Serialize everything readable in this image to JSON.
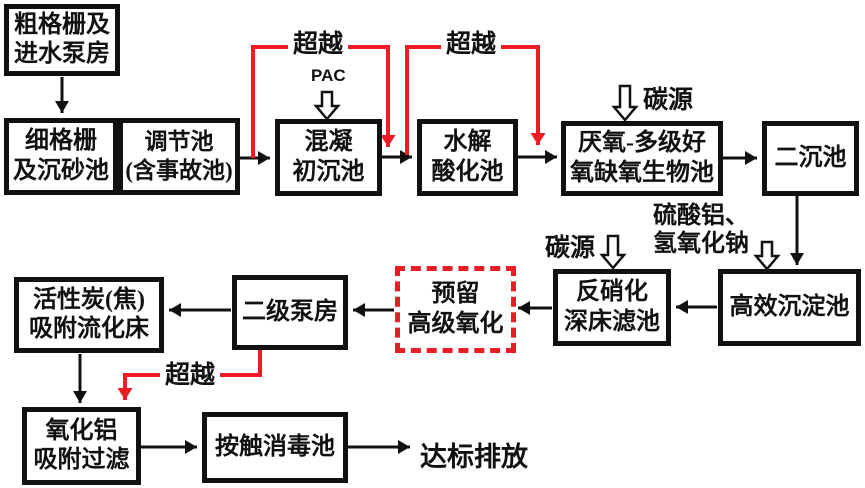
{
  "diagram": {
    "title_semantic": "wastewater-treatment-process-flow",
    "boxes": {
      "coarse_screen": {
        "line1": "粗格栅及",
        "line2": "进水泵房"
      },
      "fine_screen": {
        "line1": "细格栅",
        "line2": "及沉砂池"
      },
      "regulation": {
        "line1": "调节池",
        "line2": "(含事故池)"
      },
      "coagulation": {
        "line1": "混凝",
        "line2": "初沉池"
      },
      "hydrolysis": {
        "line1": "水解",
        "line2": "酸化池"
      },
      "bio": {
        "line1": "厌氧-多级好",
        "line2": "氧缺氧生物池"
      },
      "secondary_sed": {
        "line1": "二沉池"
      },
      "high_eff_sed": {
        "line1": "高效沉淀池"
      },
      "denitrification": {
        "line1": "反硝化",
        "line2": "深床滤池"
      },
      "reserved_oxidation": {
        "line1": "预留",
        "line2": "高级氧化"
      },
      "secondary_pump": {
        "line1": "二级泵房"
      },
      "activated_carbon": {
        "line1": "活性炭(焦)",
        "line2": "吸附流化床"
      },
      "alumina_filter": {
        "line1": "氧化铝",
        "line2": "吸附过滤"
      },
      "contact_disinfection": {
        "line1": "按触消毒池"
      }
    },
    "labels": {
      "bypass1": "超越",
      "bypass2": "超越",
      "bypass3": "超越",
      "pac": "PAC",
      "carbon_source_top": "碳源",
      "carbon_source_mid": "碳源",
      "chemicals_line1": "硫酸铝、",
      "chemicals_line2": "氢氧化钠",
      "outfall": "达标排放"
    },
    "colors": {
      "bypass_red": "#ed1c24",
      "box_border": "#111111",
      "background": "#ffffff"
    }
  }
}
